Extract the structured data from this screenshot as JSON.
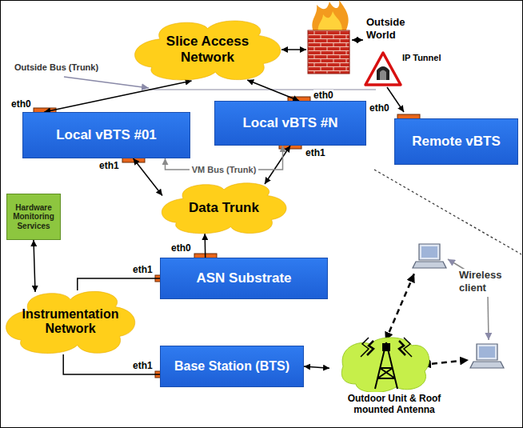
{
  "diagram": {
    "nodes": [
      {
        "text": [
          "Slice Access Network"
        ]
      },
      {
        "text": [
          "Local vBTS #01"
        ]
      },
      {
        "text": [
          "Local vBTS #N"
        ]
      },
      {
        "text": [
          "Remote vBTS"
        ]
      },
      {
        "text": [
          "Data Trunk"
        ]
      },
      {
        "text": [
          "Hardware Monitoring Services"
        ]
      },
      {
        "text": [
          "ASN Substrate"
        ]
      },
      {
        "text": [
          "Instrumentation Network"
        ]
      },
      {
        "text": [
          "Base Station (BTS)"
        ]
      },
      {
        "text": [
          "Outdoor Unit & Roof mounted Antenna"
        ]
      }
    ],
    "edges": [
      {
        "from": 0,
        "to": 1,
        "arrow": "both"
      },
      {
        "from": 0,
        "to": 2,
        "arrow": "both"
      },
      {
        "from": 1,
        "to": 4,
        "arrow": "both"
      },
      {
        "from": 2,
        "to": 4,
        "arrow": "both"
      },
      {
        "from": 1,
        "to": 2,
        "label": "VM Bus (Trunk)",
        "arrow": "both"
      },
      {
        "from": 6,
        "to": 4,
        "arrow": "to"
      },
      {
        "from": 5,
        "to": 7,
        "arrow": "both"
      },
      {
        "from": 7,
        "to": 6,
        "arrow": "none"
      },
      {
        "from": 7,
        "to": 8,
        "arrow": "none"
      },
      {
        "from": 8,
        "to": 9,
        "arrow": "both"
      }
    ],
    "labels": [
      "Outside Bus (Trunk)",
      "eth0",
      "eth0",
      "Outside World",
      "IP Tunnel",
      "eth0",
      "eth1",
      "eth1",
      "eth0",
      "eth1",
      "eth1",
      "Wireless client"
    ]
  }
}
